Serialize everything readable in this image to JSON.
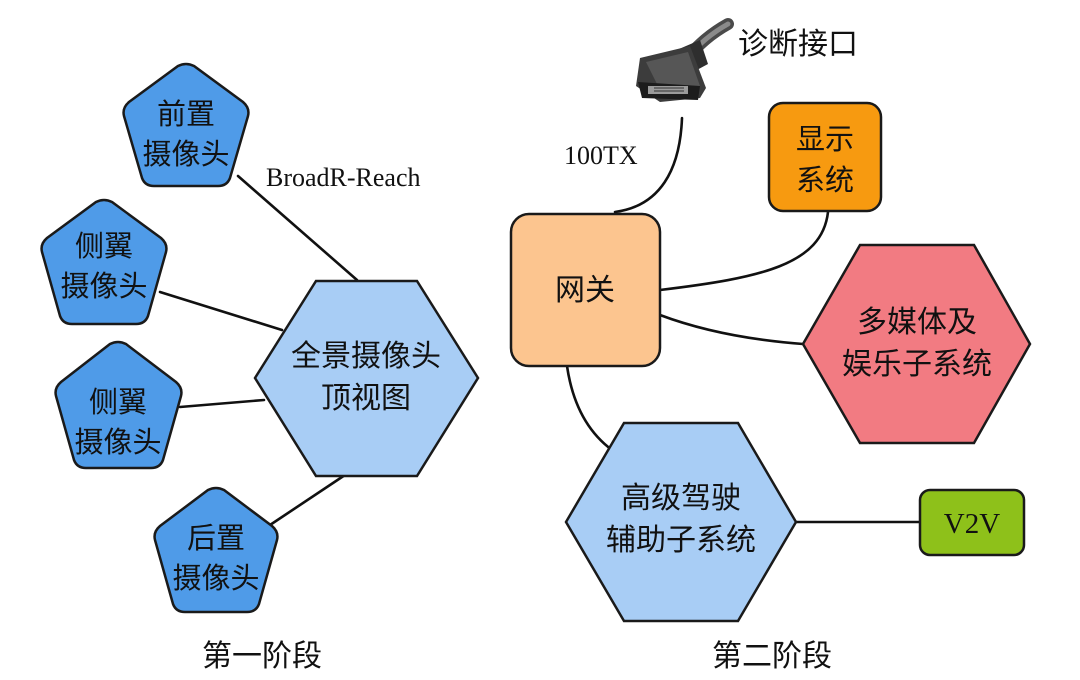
{
  "colors": {
    "camera_blue": "#4f9be8",
    "hub_blue": "#a8cdf5",
    "gateway_orange": "#fcc58f",
    "display_orange": "#f79a10",
    "multimedia_pink": "#f27b82",
    "v2v_green": "#8ec11a",
    "outline": "#1a1a1a"
  },
  "stage1": {
    "title": "第一阶段",
    "link_label": "BroadR-Reach",
    "front_camera": [
      "前置",
      "摄像头"
    ],
    "side_camera_a": [
      "侧翼",
      "摄像头"
    ],
    "side_camera_b": [
      "侧翼",
      "摄像头"
    ],
    "rear_camera": [
      "后置",
      "摄像头"
    ],
    "hub": [
      "全景摄像头",
      "顶视图"
    ]
  },
  "stage2": {
    "title": "第二阶段",
    "diagnostic_port": "诊断接口",
    "diagnostic_link_label": "100TX",
    "gateway": "网关",
    "display": [
      "显示",
      "系统"
    ],
    "multimedia": [
      "多媒体及",
      "娱乐子系统"
    ],
    "adas": [
      "高级驾驶",
      "辅助子系统"
    ],
    "v2v": "V2V"
  }
}
